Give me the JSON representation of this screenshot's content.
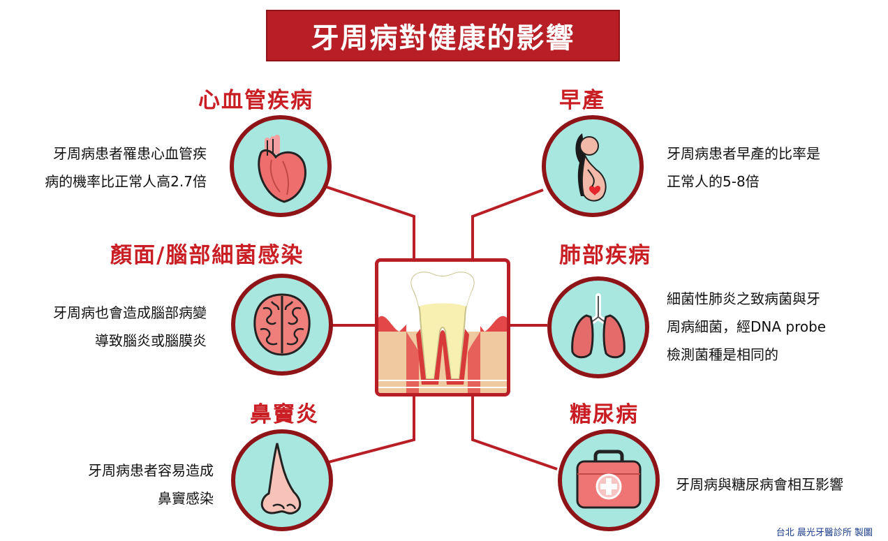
{
  "title": "牙周病對健康的影響",
  "credit": "台北 晨光牙醫診所 製圖",
  "colors": {
    "accent": "#b81e25",
    "heading": "#c81e24",
    "circle_bg": "#a8e6e0"
  },
  "items": {
    "cardio": {
      "heading": "心血管疾病",
      "lines": [
        "牙周病患者罹患心血管疾",
        "病的機率比正常人高2.7倍"
      ],
      "icon": "heart-icon"
    },
    "preterm": {
      "heading": "早產",
      "lines": [
        "牙周病患者早產的比率是",
        "正常人的5-8倍"
      ],
      "icon": "pregnant-woman-icon"
    },
    "brain": {
      "heading": "顏面/腦部細菌感染",
      "lines": [
        "牙周病也會造成腦部病變",
        "導致腦炎或腦膜炎"
      ],
      "icon": "brain-icon"
    },
    "lung": {
      "heading": "肺部疾病",
      "lines": [
        "細菌性肺炎之致病菌與牙",
        "周病細菌，經DNA probe",
        "檢測菌種是相同的"
      ],
      "icon": "lungs-icon"
    },
    "sinus": {
      "heading": "鼻竇炎",
      "lines": [
        "牙周病患者容易造成",
        "鼻竇感染"
      ],
      "icon": "nose-icon"
    },
    "diabetes": {
      "heading": "糖尿病",
      "lines": [
        "牙周病與糖尿病會相互影響"
      ],
      "icon": "medical-kit-icon"
    }
  },
  "center_icon": "tooth-icon"
}
